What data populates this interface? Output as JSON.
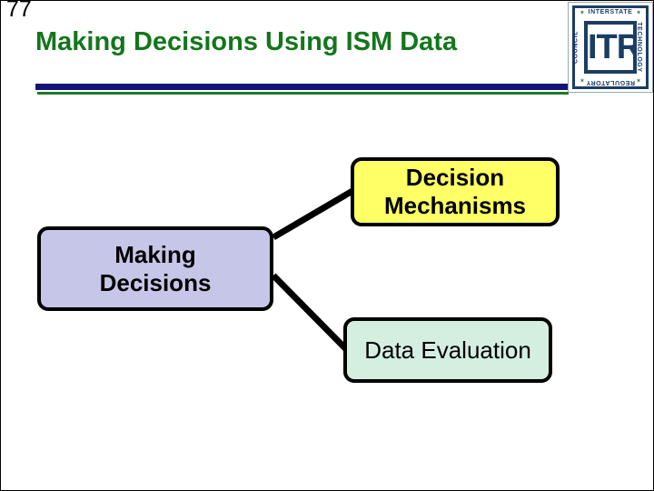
{
  "slide": {
    "number": "77",
    "title": "Making Decisions Using ISM Data",
    "title_color": "#13761b",
    "background": "#ffffff",
    "rule_navy_color": "#141478",
    "rule_green_color": "#1d7a27"
  },
  "logo": {
    "name": "itrc-logo",
    "mark_text": "ITRC",
    "word_top": "INTERSTATE",
    "word_right": "TECHNOLOGY",
    "word_bottom": "REGULATORY",
    "word_left": "COUNCIL",
    "star": "✶",
    "color": "#1b3d63",
    "star_color": "#2e6b3e"
  },
  "diagram": {
    "type": "node-link",
    "nodes": [
      {
        "id": "making-decisions",
        "label": "Making\nDecisions",
        "fill": "#c6c6e8",
        "stroke": "#000000"
      },
      {
        "id": "decision-mechanisms",
        "label": "Decision\nMechanisms",
        "fill": "#ffff66",
        "stroke": "#000000"
      },
      {
        "id": "data-evaluation",
        "label": "Data Evaluation",
        "fill": "#d4efe0",
        "stroke": "#000000"
      }
    ],
    "edges": [
      {
        "from": "making-decisions",
        "to": "decision-mechanisms"
      },
      {
        "from": "making-decisions",
        "to": "data-evaluation"
      }
    ],
    "edge_color": "#000000"
  }
}
